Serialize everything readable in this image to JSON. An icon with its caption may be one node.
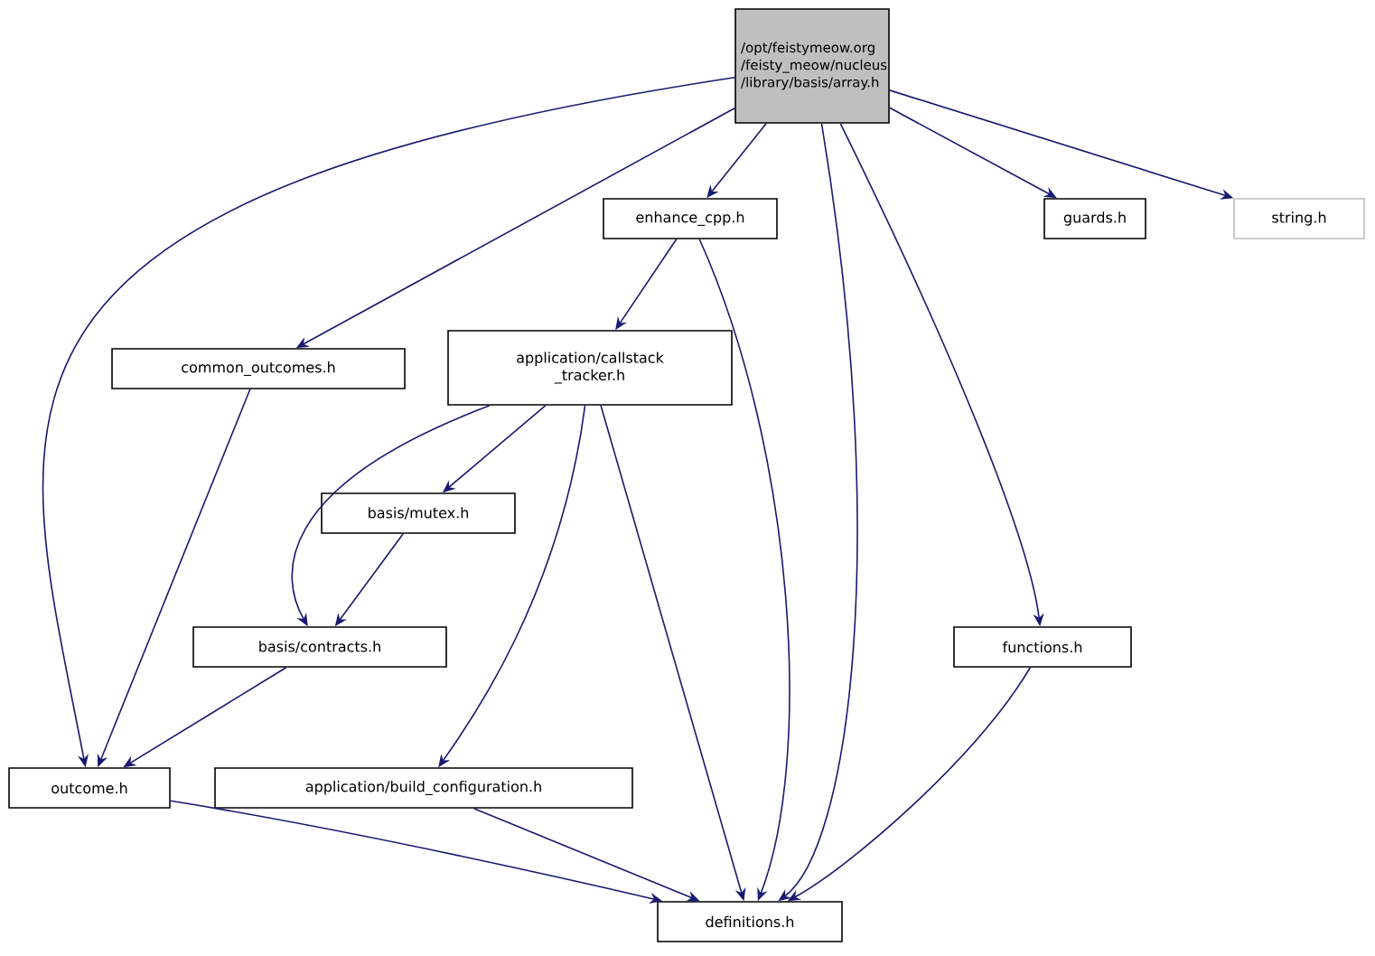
{
  "diagram": {
    "nodes": [
      {
        "text": [
          "/opt/feistymeow.org /feisty_meow/nucleus /library/basis/array.h"
        ]
      },
      {
        "text": [
          "enhance_cpp.h"
        ]
      },
      {
        "text": [
          "guards.h"
        ]
      },
      {
        "text": [
          "string.h"
        ]
      },
      {
        "text": [
          "common_outcomes.h"
        ]
      },
      {
        "text": [
          "application/callstack _tracker.h"
        ]
      },
      {
        "text": [
          "basis/mutex.h"
        ]
      },
      {
        "text": [
          "basis/contracts.h"
        ]
      },
      {
        "text": [
          "functions.h"
        ]
      },
      {
        "text": [
          "outcome.h"
        ]
      },
      {
        "text": [
          "application/build_configuration.h"
        ]
      },
      {
        "text": [
          "definitions.h"
        ]
      }
    ],
    "edges": [
      {
        "from": 0,
        "to": 9,
        "arrow": "to"
      },
      {
        "from": 0,
        "to": 4,
        "arrow": "to"
      },
      {
        "from": 0,
        "to": 1,
        "arrow": "to"
      },
      {
        "from": 0,
        "to": 11,
        "arrow": "to"
      },
      {
        "from": 0,
        "to": 8,
        "arrow": "to"
      },
      {
        "from": 0,
        "to": 2,
        "arrow": "to"
      },
      {
        "from": 0,
        "to": 3,
        "arrow": "to"
      },
      {
        "from": 1,
        "to": 5,
        "arrow": "to"
      },
      {
        "from": 1,
        "to": 11,
        "arrow": "to"
      },
      {
        "from": 4,
        "to": 9,
        "arrow": "to"
      },
      {
        "from": 5,
        "to": 7,
        "arrow": "to"
      },
      {
        "from": 5,
        "to": 6,
        "arrow": "to"
      },
      {
        "from": 5,
        "to": 10,
        "arrow": "to"
      },
      {
        "from": 5,
        "to": 11,
        "arrow": "to"
      },
      {
        "from": 6,
        "to": 7,
        "arrow": "to"
      },
      {
        "from": 7,
        "to": 9,
        "arrow": "to"
      },
      {
        "from": 8,
        "to": 11,
        "arrow": "to"
      },
      {
        "from": 9,
        "to": 11,
        "arrow": "to"
      },
      {
        "from": 10,
        "to": 11,
        "arrow": "to"
      }
    ]
  }
}
